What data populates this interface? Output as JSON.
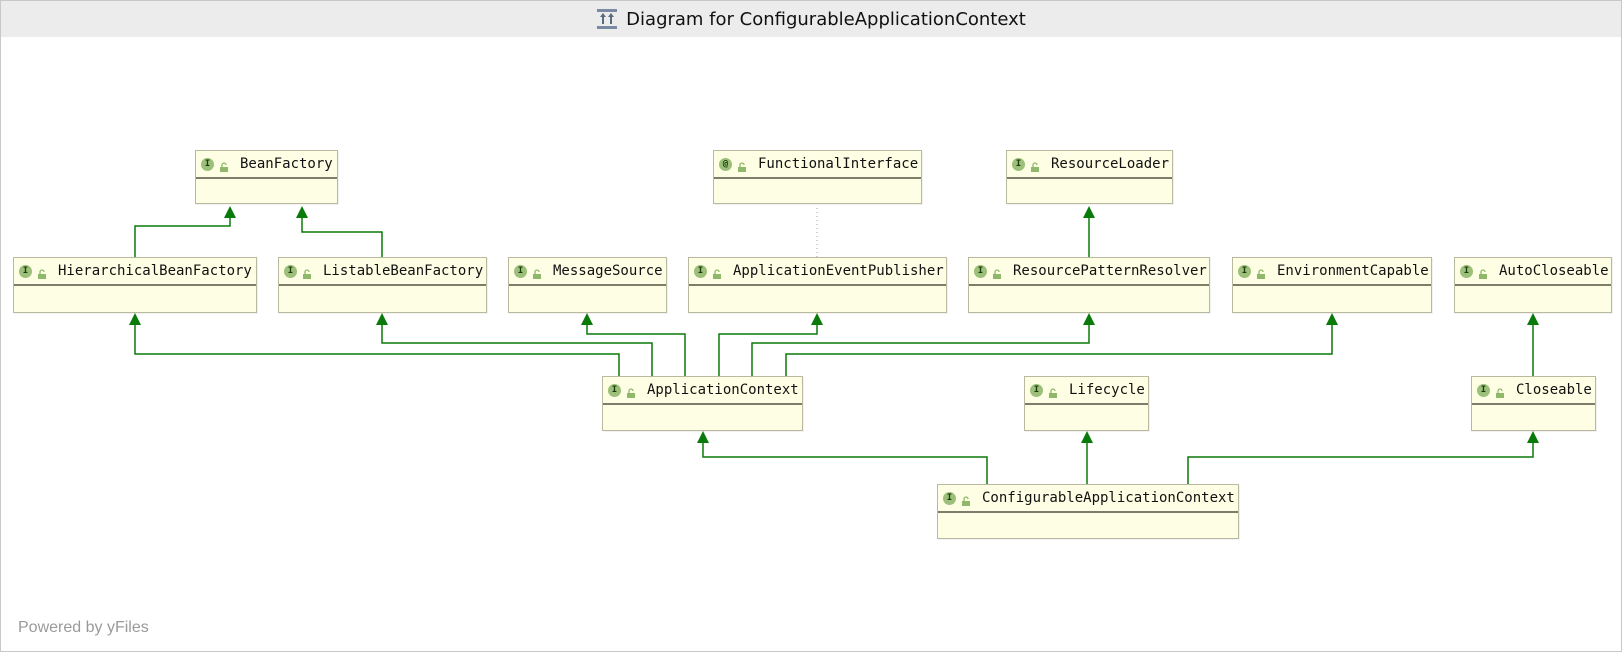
{
  "window": {
    "title": "Diagram for ConfigurableApplicationContext",
    "title_icon": "diagram-icon"
  },
  "footer": "Powered by yFiles",
  "colors": {
    "node_fill": "#fefee4",
    "edge": "#0a7a0a",
    "badge": "#9cc07a"
  },
  "nodes": [
    {
      "id": "BeanFactory",
      "name": "BeanFactory",
      "kind": "I"
    },
    {
      "id": "FunctionalInterface",
      "name": "FunctionalInterface",
      "kind": "@"
    },
    {
      "id": "ResourceLoader",
      "name": "ResourceLoader",
      "kind": "I"
    },
    {
      "id": "HierarchicalBeanFactory",
      "name": "HierarchicalBeanFactory",
      "kind": "I"
    },
    {
      "id": "ListableBeanFactory",
      "name": "ListableBeanFactory",
      "kind": "I"
    },
    {
      "id": "MessageSource",
      "name": "MessageSource",
      "kind": "I"
    },
    {
      "id": "ApplicationEventPublisher",
      "name": "ApplicationEventPublisher",
      "kind": "I"
    },
    {
      "id": "ResourcePatternResolver",
      "name": "ResourcePatternResolver",
      "kind": "I"
    },
    {
      "id": "EnvironmentCapable",
      "name": "EnvironmentCapable",
      "kind": "I"
    },
    {
      "id": "AutoCloseable",
      "name": "AutoCloseable",
      "kind": "I"
    },
    {
      "id": "ApplicationContext",
      "name": "ApplicationContext",
      "kind": "I"
    },
    {
      "id": "Lifecycle",
      "name": "Lifecycle",
      "kind": "I"
    },
    {
      "id": "Closeable",
      "name": "Closeable",
      "kind": "I"
    },
    {
      "id": "ConfigurableApplicationContext",
      "name": "ConfigurableApplicationContext",
      "kind": "I"
    }
  ],
  "edges": [
    {
      "from": "HierarchicalBeanFactory",
      "to": "BeanFactory",
      "type": "extends"
    },
    {
      "from": "ListableBeanFactory",
      "to": "BeanFactory",
      "type": "extends"
    },
    {
      "from": "ResourcePatternResolver",
      "to": "ResourceLoader",
      "type": "extends"
    },
    {
      "from": "ApplicationEventPublisher",
      "to": "FunctionalInterface",
      "type": "annotated"
    },
    {
      "from": "ApplicationContext",
      "to": "HierarchicalBeanFactory",
      "type": "extends"
    },
    {
      "from": "ApplicationContext",
      "to": "ListableBeanFactory",
      "type": "extends"
    },
    {
      "from": "ApplicationContext",
      "to": "MessageSource",
      "type": "extends"
    },
    {
      "from": "ApplicationContext",
      "to": "ApplicationEventPublisher",
      "type": "extends"
    },
    {
      "from": "ApplicationContext",
      "to": "ResourcePatternResolver",
      "type": "extends"
    },
    {
      "from": "ApplicationContext",
      "to": "EnvironmentCapable",
      "type": "extends"
    },
    {
      "from": "Closeable",
      "to": "AutoCloseable",
      "type": "extends"
    },
    {
      "from": "ConfigurableApplicationContext",
      "to": "ApplicationContext",
      "type": "extends"
    },
    {
      "from": "ConfigurableApplicationContext",
      "to": "Lifecycle",
      "type": "extends"
    },
    {
      "from": "ConfigurableApplicationContext",
      "to": "Closeable",
      "type": "extends"
    }
  ]
}
